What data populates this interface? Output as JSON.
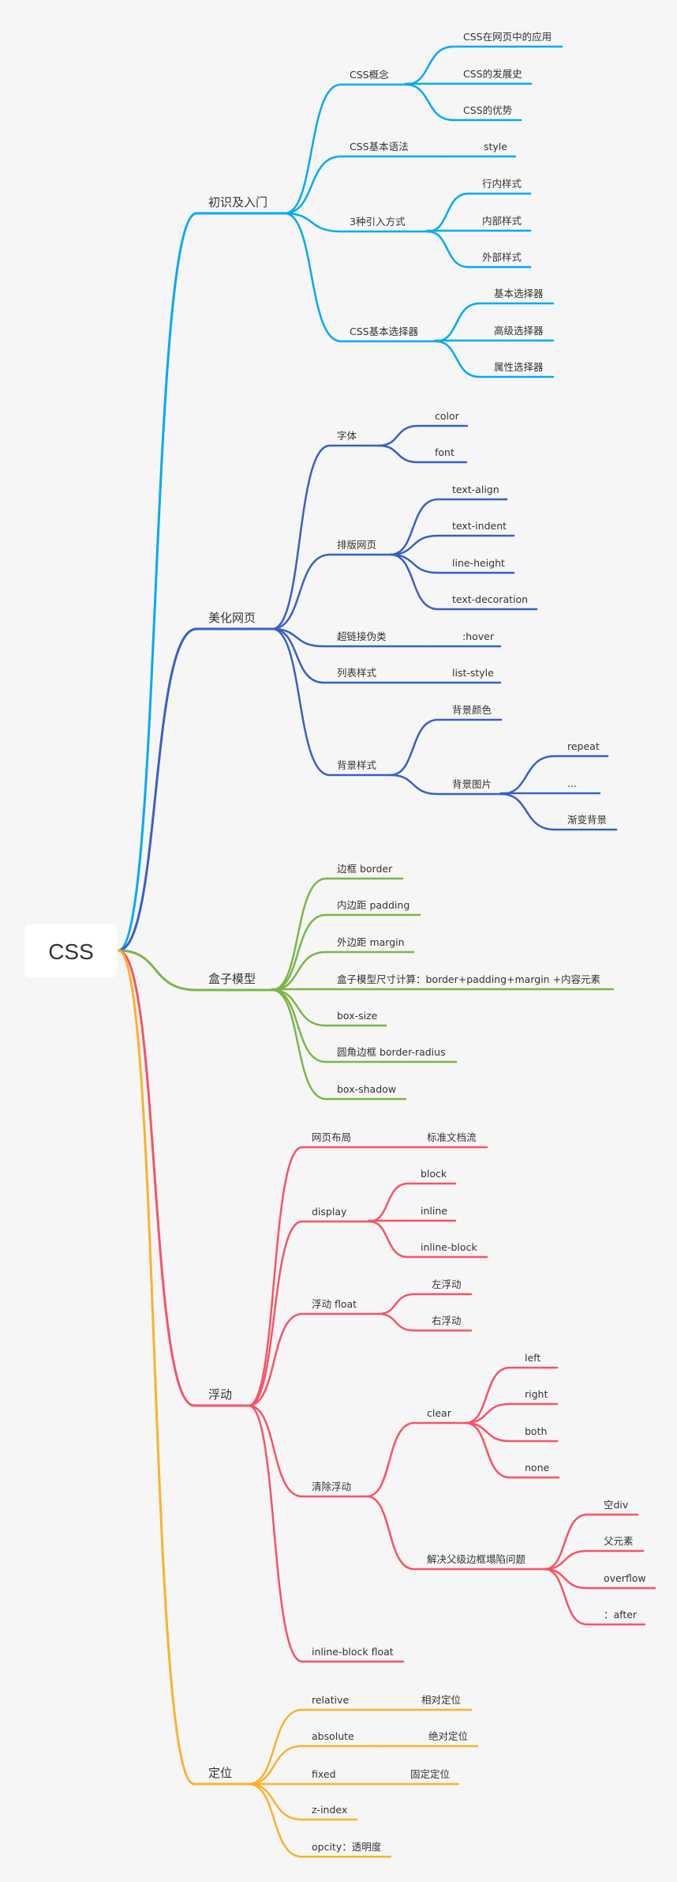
{
  "root": {
    "label": "CSS"
  },
  "branches": [
    {
      "label": "初识及入门",
      "color": "#03a9f4",
      "children": [
        {
          "label": "CSS概念",
          "children": [
            {
              "label": "CSS在网页中的应用"
            },
            {
              "label": "CSS的发展史"
            },
            {
              "label": "CSS的优势"
            }
          ]
        },
        {
          "label": "CSS基本语法",
          "children": [
            {
              "label": "style"
            }
          ]
        },
        {
          "label": "3种引入方式",
          "children": [
            {
              "label": "行内样式"
            },
            {
              "label": "内部样式"
            },
            {
              "label": "外部样式"
            }
          ]
        },
        {
          "label": "CSS基本选择器",
          "children": [
            {
              "label": "基本选择器"
            },
            {
              "label": "高级选择器"
            },
            {
              "label": "属性选择器"
            }
          ]
        }
      ]
    },
    {
      "label": "美化网页",
      "color": "#3b5fc4",
      "children": [
        {
          "label": "字体",
          "children": [
            {
              "label": "color"
            },
            {
              "label": "font"
            }
          ]
        },
        {
          "label": "排版网页",
          "children": [
            {
              "label": "text-align"
            },
            {
              "label": "text-indent"
            },
            {
              "label": "line-height"
            },
            {
              "label": "text-decoration"
            }
          ]
        },
        {
          "label": "超链接伪类",
          "children": [
            {
              "label": ":hover"
            }
          ]
        },
        {
          "label": "列表样式",
          "children": [
            {
              "label": "list-style"
            }
          ]
        },
        {
          "label": "背景样式",
          "children": [
            {
              "label": "背景颜色"
            },
            {
              "label": "背景图片",
              "children": [
                {
                  "label": "repeat"
                },
                {
                  "label": "..."
                },
                {
                  "label": "渐变背景"
                }
              ]
            }
          ]
        }
      ]
    },
    {
      "label": "盒子模型",
      "color": "#7ab648",
      "children": [
        {
          "label": "边框 border"
        },
        {
          "label": "内边距 padding"
        },
        {
          "label": "外边距 margin"
        },
        {
          "label": "盒子模型尺寸计算：border+padding+margin +内容元素"
        },
        {
          "label": "box-size"
        },
        {
          "label": "圆角边框 border-radius"
        },
        {
          "label": "box-shadow"
        }
      ]
    },
    {
      "label": "浮动",
      "color": "#f55466",
      "children": [
        {
          "label": "网页布局",
          "children": [
            {
              "label": "标准文档流"
            }
          ]
        },
        {
          "label": "display",
          "children": [
            {
              "label": "block"
            },
            {
              "label": "inline"
            },
            {
              "label": "inline-block"
            }
          ]
        },
        {
          "label": "浮动 float",
          "children": [
            {
              "label": "左浮动"
            },
            {
              "label": "右浮动"
            }
          ]
        },
        {
          "label": "清除浮动",
          "children": [
            {
              "label": "clear",
              "children": [
                {
                  "label": "left"
                },
                {
                  "label": "right"
                },
                {
                  "label": "both"
                },
                {
                  "label": "none"
                }
              ]
            },
            {
              "label": "解决父级边框塌陷问题",
              "children": [
                {
                  "label": "空div"
                },
                {
                  "label": "父元素"
                },
                {
                  "label": "overflow"
                },
                {
                  "label": "：after"
                }
              ]
            }
          ]
        },
        {
          "label": "inline-block float"
        }
      ]
    },
    {
      "label": "定位",
      "color": "#fbb12c",
      "children": [
        {
          "label": "relative",
          "children": [
            {
              "label": "相对定位"
            }
          ]
        },
        {
          "label": "absolute",
          "children": [
            {
              "label": "绝对定位"
            }
          ]
        },
        {
          "label": "fixed",
          "children": [
            {
              "label": "固定定位"
            }
          ]
        },
        {
          "label": "z-index"
        },
        {
          "label": "opcity：透明度"
        }
      ]
    }
  ]
}
